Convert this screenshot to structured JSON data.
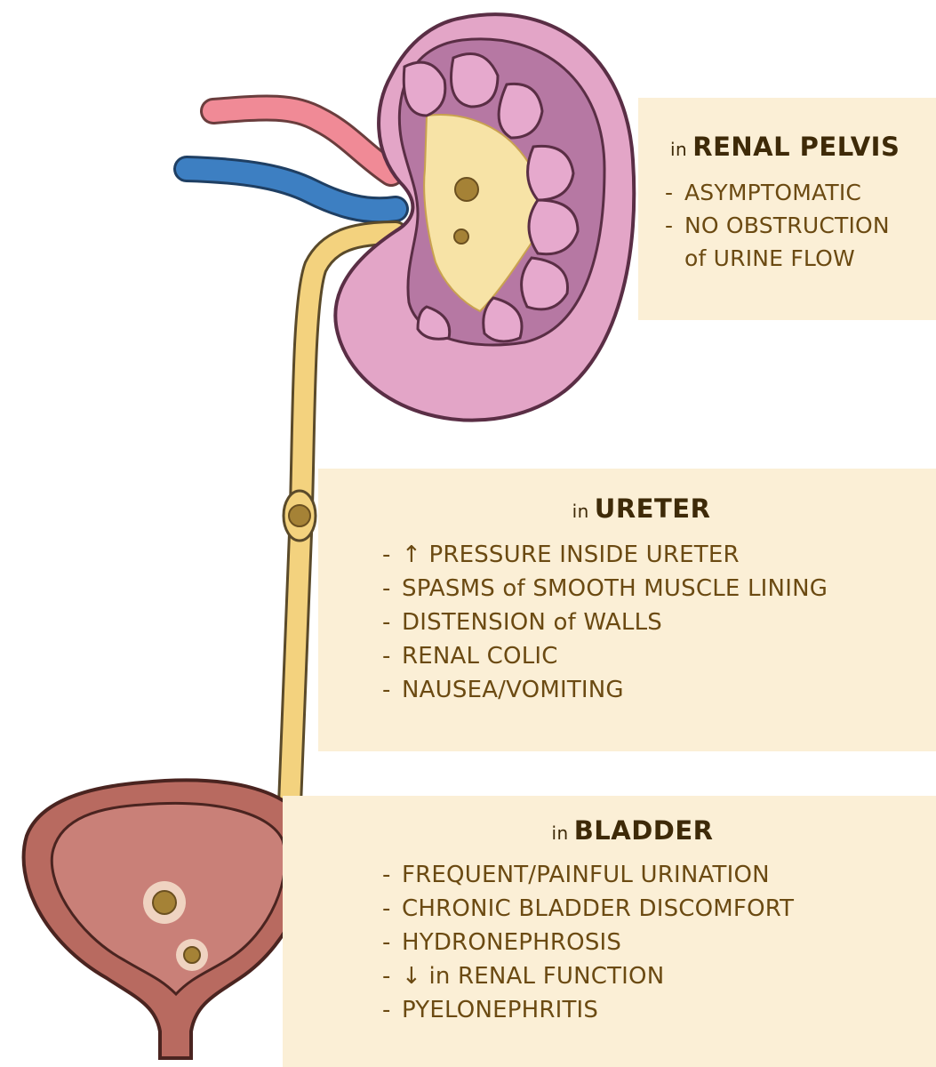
{
  "sections": {
    "pelvis": {
      "prefix": "in",
      "title": "RENAL PELVIS",
      "items": [
        "ASYMPTOMATIC",
        "NO OBSTRUCTION",
        "of URINE FLOW"
      ]
    },
    "ureter": {
      "prefix": "in",
      "title": "URETER",
      "items": [
        "↑ PRESSURE INSIDE URETER",
        "SPASMS of SMOOTH MUSCLE LINING",
        "DISTENSION of WALLS",
        "RENAL COLIC",
        "NAUSEA/VOMITING"
      ]
    },
    "bladder": {
      "prefix": "in",
      "title": "BLADDER",
      "items": [
        "FREQUENT/PAINFUL URINATION",
        "CHRONIC BLADDER DISCOMFORT",
        "HYDRONEPHROSIS",
        "↓ in RENAL FUNCTION",
        "PYELONEPHRITIS"
      ]
    }
  },
  "colors": {
    "panel_bg": "#fbefd6",
    "title_text": "#3e2a08",
    "item_text": "#6b4a12",
    "kidney": "#e3a5c7",
    "ureter": "#f3d27e",
    "artery": "#f08a96",
    "vein": "#3d7fc2",
    "bladder": "#b86a60",
    "stone": "#a58236"
  }
}
